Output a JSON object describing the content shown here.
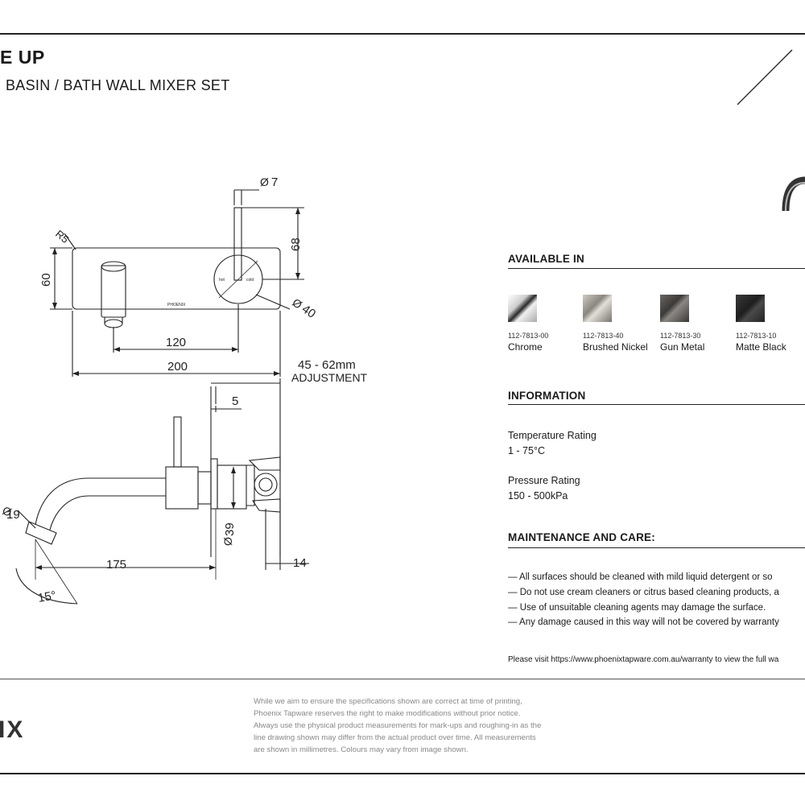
{
  "header": {
    "title": "E UP",
    "subtitle": "BASIN / BATH WALL MIXER SET"
  },
  "drawing": {
    "dims": {
      "d7": "7",
      "r5": "R5",
      "d68": "68",
      "d60": "60",
      "d40": "40",
      "d120": "120",
      "d200": "200",
      "adj": "45 - 62mm",
      "adj_label": "ADJUSTMENT",
      "d5": "5",
      "d19": "19",
      "d39": "39",
      "d175": "175",
      "d14": "14",
      "angle": "15°"
    },
    "plate_labels": {
      "hot": "hot",
      "cold": "cold",
      "brand": "PHOENIX"
    }
  },
  "available": {
    "heading": "AVAILABLE IN",
    "finishes": [
      {
        "code": "112-7813-00",
        "name": "Chrome",
        "color": "#d9d9d9"
      },
      {
        "code": "112-7813-40",
        "name": "Brushed Nickel",
        "color": "#9a968f"
      },
      {
        "code": "112-7813-30",
        "name": "Gun Metal",
        "color": "#4a4845"
      },
      {
        "code": "112-7813-10",
        "name": "Matte Black",
        "color": "#2b2b2b"
      }
    ]
  },
  "information": {
    "heading": "INFORMATION",
    "temp_label": "Temperature Rating",
    "temp_value": "1 - 75°C",
    "pressure_label": "Pressure Rating",
    "pressure_value": "150 - 500kPa"
  },
  "maintenance": {
    "heading": "MAINTENANCE AND CARE:",
    "items": [
      "— All surfaces should be cleaned with mild liquid detergent or so",
      "— Do not use cream cleaners or citrus based cleaning products, a",
      "— Use of unsuitable cleaning agents may damage the surface.",
      "— Any damage caused in this way will not be covered by warranty"
    ]
  },
  "visit": "Please visit https://www.phoenixtapware.com.au/warranty to view the full wa",
  "footer": {
    "disclaimer": [
      "While we aim to ensure the specifications shown are correct at time of printing,",
      "Phoenix Tapware reserves the right to make modifications without prior notice.",
      "Always use the physical product measurements for mark-ups and roughing-in as the",
      "line drawing shown may differ from the actual product over time. All measurements",
      "are shown in millimetres. Colours may vary from image shown."
    ],
    "logo": "IX"
  }
}
